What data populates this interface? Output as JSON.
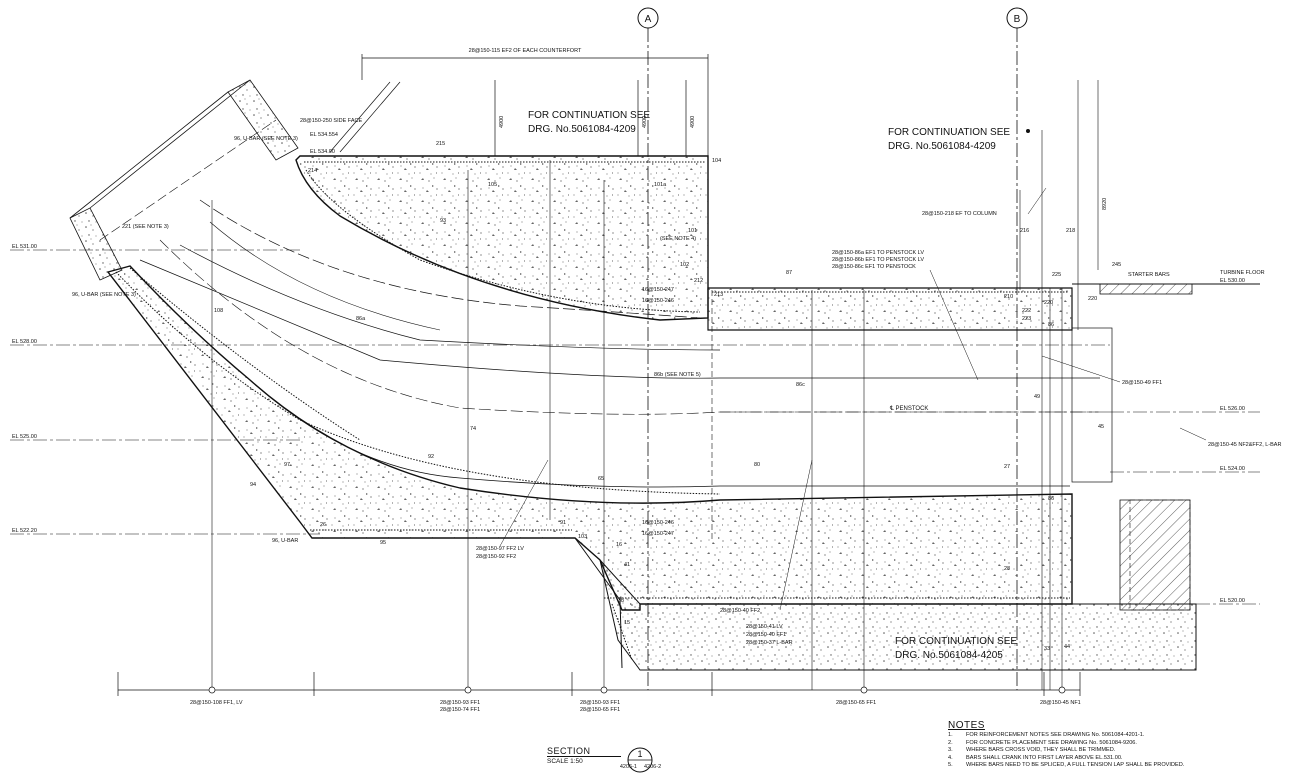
{
  "gridlines": [
    {
      "label": "A"
    },
    {
      "label": "B"
    }
  ],
  "continuation_notes": [
    {
      "line1": "FOR CONTINUATION SEE",
      "line2": "DRG. No.5061084-4209"
    },
    {
      "line1": "FOR CONTINUATION SEE",
      "line2": "DRG. No.5061084-4209"
    },
    {
      "line1": "FOR CONTINUATION SEE",
      "line2": "DRG. No.5061084-4205"
    }
  ],
  "top_dims": {
    "counterfort": "28@150-115 EF2 OF EACH COUNTERFORT",
    "d4900a": "4900",
    "d4900b": "4900",
    "d4900c": "4900",
    "d8920": "8920"
  },
  "elevations": {
    "left": [
      "EL 531.00",
      "EL 528.00",
      "EL 525.00",
      "EL 522.20"
    ],
    "right": [
      "EL 530.00",
      "EL 526.00",
      "EL 524.00",
      "EL 520.00"
    ],
    "top": [
      "EL 534.554",
      "EL 534.00"
    ],
    "turbine_floor": "TURBINE FLOOR",
    "starter_bars": "STARTER BARS"
  },
  "bar_callouts": {
    "side_face": "28@150-250 SIDE FACE",
    "ubar_top": "96, U-BAR (SEE NOTE 3)",
    "ubar_left": "96, U-BAR (SEE NOTE 3)",
    "ubar_bottom": "96, U-BAR",
    "b221": "221 (SEE NOTE 3)",
    "note4": "(SEE NOTE 4)",
    "b86b": "86b (SEE NOTE 5)",
    "penstock": "℄ PENSTOCK",
    "to_column": "28@150-218 EF TO COLUMN",
    "penstock_lv": "28@150-86a EF1 TO PENSTOCK LV",
    "penstock_lv2": "28@150-86b EF1 TO PENSTOCK LV",
    "penstock_3": "28@150-86c EF1 TO PENSTOCK",
    "ff1_49": "28@150-49 FF1",
    "nf2": "28@150-45 NF2&FF2, L-BAR",
    "b247": "16@150-247",
    "b246": "16@150-246",
    "b246b": "16@150-246",
    "b247b": "16@150-247",
    "ff2_lv": "28@150-97 FF2 LV",
    "ff2_92": "28@150-92 FF2",
    "ff2_40": "28@150-40 FF2",
    "lv_41": "28@150-41 LV",
    "ff1_40": "28@150-40 FF1",
    "lbar_37": "28@150-37 L-BAR"
  },
  "bar_marks": [
    "215",
    "214",
    "105",
    "93",
    "101a",
    "101",
    "104",
    "108",
    "86a",
    "86c",
    "74",
    "92",
    "97",
    "94",
    "95",
    "80",
    "65",
    "27",
    "49",
    "86",
    "87",
    "216",
    "218",
    "225",
    "220",
    "220",
    "222",
    "223",
    "210",
    "213",
    "212",
    "102",
    "103",
    "91",
    "16",
    "41",
    "38",
    "15",
    "33",
    "44",
    "45",
    "86",
    "245",
    "26",
    "28"
  ],
  "bottom_callouts": [
    "28@150-108 FF1, LV",
    "28@150-93 FF1",
    "28@150-74 FF1",
    "28@150-93 FF1",
    "28@150-65 FF1",
    "28@150-65 FF1",
    "28@150-45 NF1"
  ],
  "section": {
    "title": "SECTION",
    "scale": "SCALE 1:50",
    "number": "1",
    "ref_left": "4206-1",
    "ref_right": "4206-2"
  },
  "notes": {
    "heading": "NOTES",
    "items": [
      {
        "n": "1.",
        "text": "FOR REINFORCEMENT NOTES  SEE DRAWING No. 5061084-4201-1."
      },
      {
        "n": "2.",
        "text": "FOR CONCRETE PLACEMENT SEE DRAWING No. 5061084-9206."
      },
      {
        "n": "3.",
        "text": "WHERE BARS CROSS VOID, THEY SHALL BE TRIMMED."
      },
      {
        "n": "4.",
        "text": "BARS SHALL CRANK INTO FIRST LAYER ABOVE EL.531.00."
      },
      {
        "n": "5.",
        "text": "WHERE BARS NEED TO BE SPLICED, A FULL TENSION LAP SHALL BE PROVIDED."
      }
    ]
  }
}
